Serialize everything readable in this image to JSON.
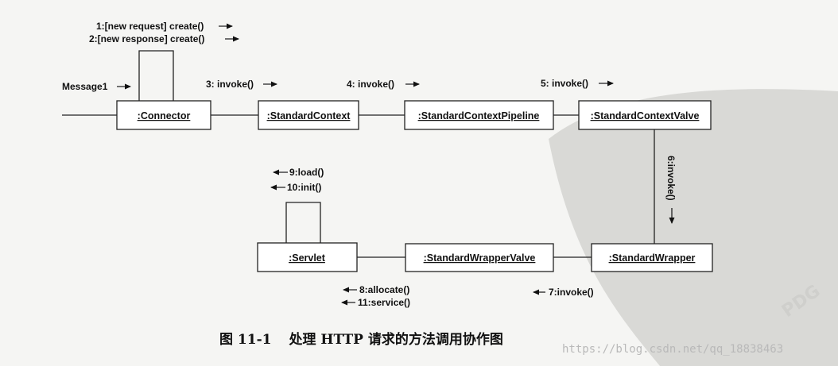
{
  "nodes": [
    {
      "id": "connector",
      "label": ":Connector"
    },
    {
      "id": "standard-context",
      "label": ":StandardContext"
    },
    {
      "id": "standard-context-pipeline",
      "label": ":StandardContextPipeline"
    },
    {
      "id": "standard-context-valve",
      "label": ":StandardContextValve"
    },
    {
      "id": "standard-wrapper",
      "label": ":StandardWrapper"
    },
    {
      "id": "standard-wrapper-valve",
      "label": ":StandardWrapperValve"
    },
    {
      "id": "servlet",
      "label": ":Servlet"
    }
  ],
  "messages": {
    "m1": "1:[new request] create()",
    "m2": "2:[new response] create()",
    "message1": "Message1",
    "m3": "3: invoke()",
    "m4": "4: invoke()",
    "m5": "5: invoke()",
    "m6": "6:invoke()",
    "m7": "7:invoke()",
    "m8": "8:allocate()",
    "m9": "9:load()",
    "m10": "10:init()",
    "m11": "11:service()"
  },
  "caption": {
    "number": "图 11-1",
    "title": "处理 HTTP 请求的方法调用协作图"
  },
  "watermark": {
    "url": "https://blog.csdn.net/qq_18838463",
    "mark": "PDG"
  },
  "colors": {
    "background": "#f5f5f3",
    "line": "#222222",
    "watermark": "#d9d9d6"
  }
}
